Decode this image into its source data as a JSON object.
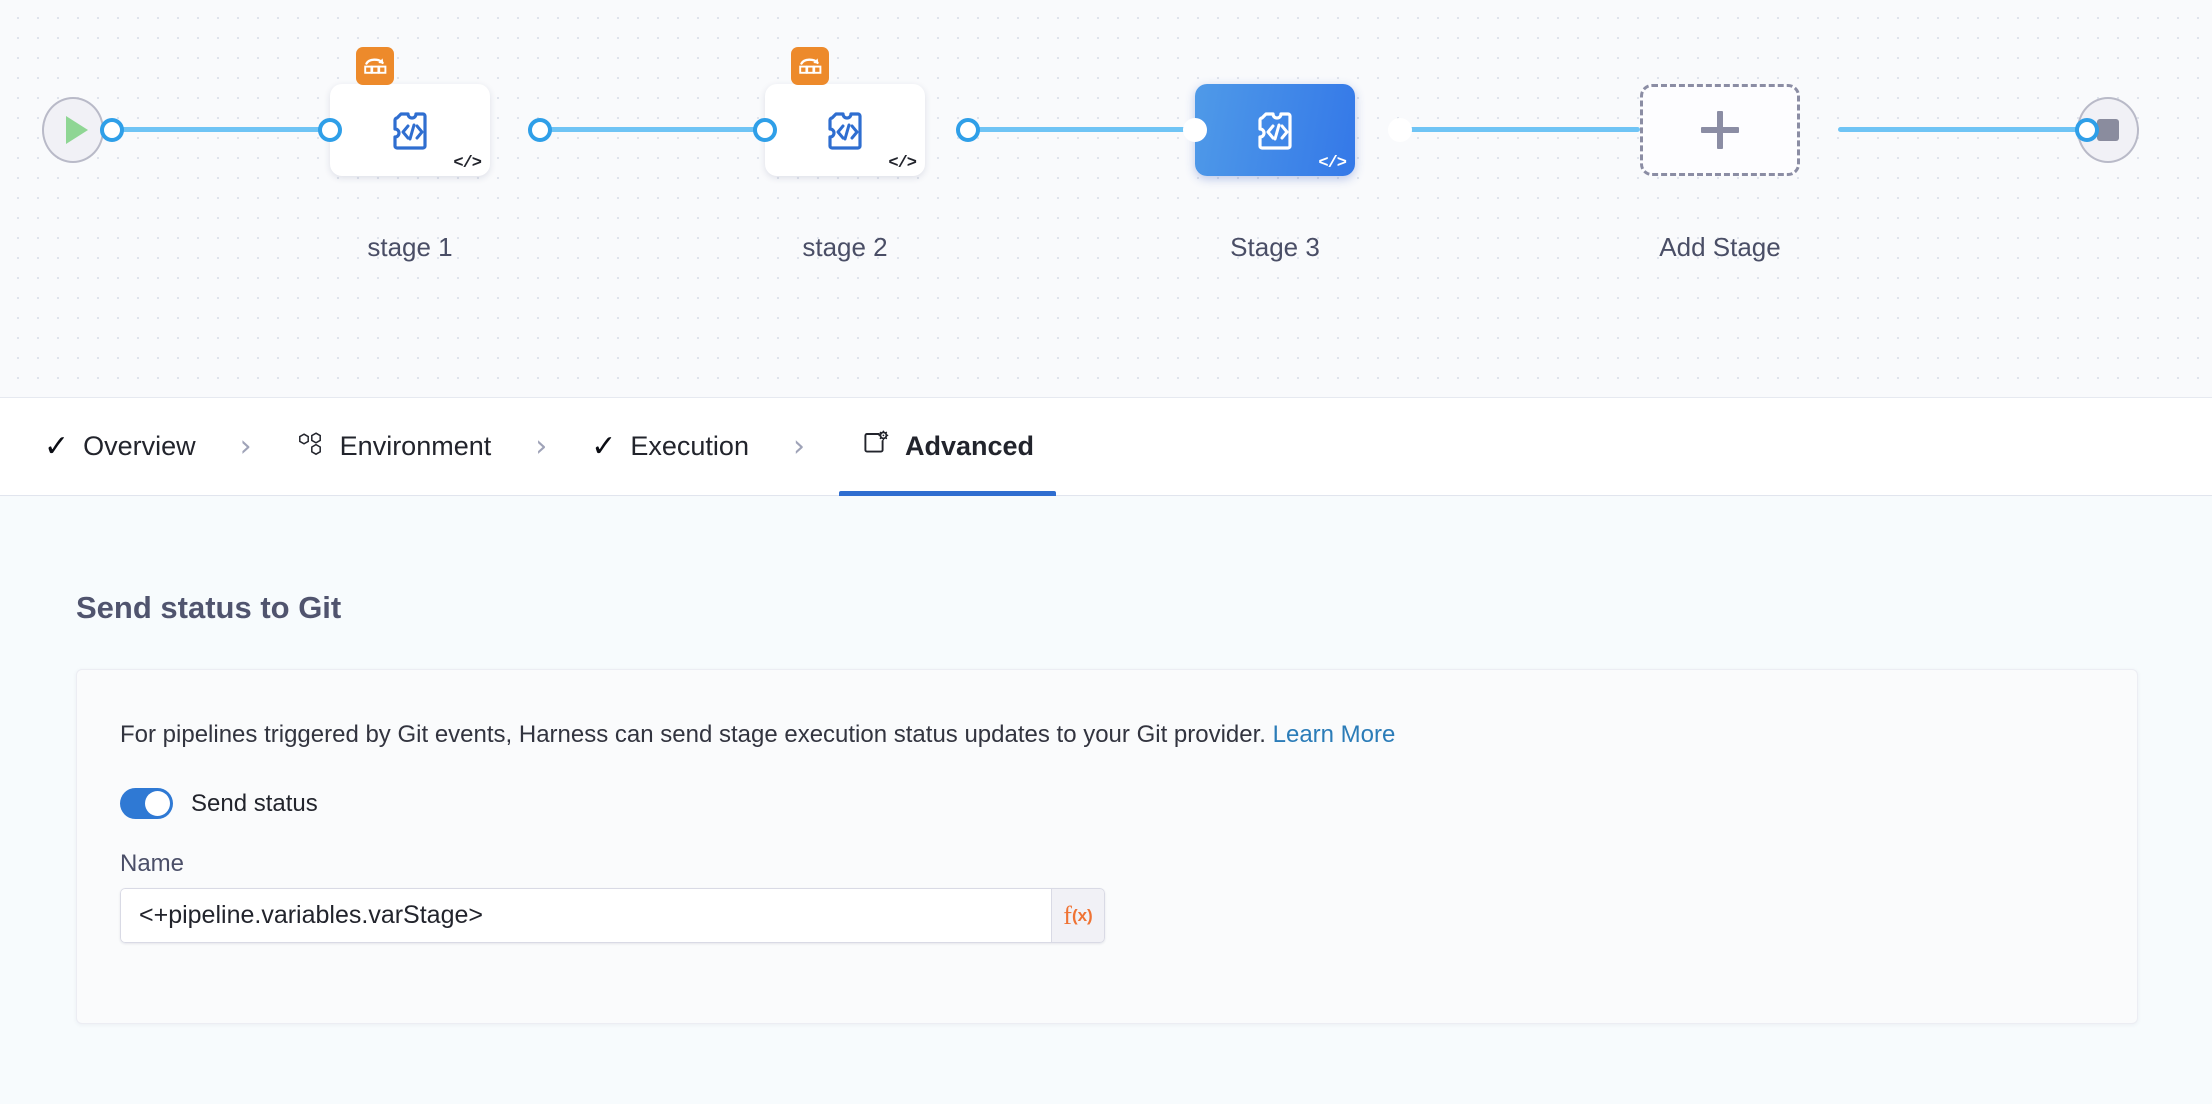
{
  "canvas": {
    "start_node": {
      "icon": "play-icon",
      "name": "pipeline-start"
    },
    "end_node": {
      "icon": "stop-icon",
      "name": "pipeline-end"
    },
    "stages": [
      {
        "label": "stage 1",
        "icon": "ci-build-stage-icon",
        "badge": "matrix-looping-icon",
        "runtime_marker": "</>",
        "selected": false
      },
      {
        "label": "stage 2",
        "icon": "ci-build-stage-icon",
        "badge": "matrix-looping-icon",
        "runtime_marker": "</>",
        "selected": false
      },
      {
        "label": "Stage 3",
        "icon": "ci-build-stage-icon",
        "badge": null,
        "runtime_marker": "</>",
        "selected": true
      }
    ],
    "add_stage": {
      "label": "Add Stage",
      "icon": "plus-icon"
    },
    "accent_selected": "#3478e8",
    "wire_color": "#6fc4f5",
    "badge_color": "#ed8a2b"
  },
  "tabs": {
    "separator": "›",
    "items": [
      {
        "label": "Overview",
        "icon": "check-icon",
        "glyph": "✓",
        "active": false
      },
      {
        "label": "Environment",
        "icon": "hexagons-icon",
        "glyph": "",
        "active": false
      },
      {
        "label": "Execution",
        "icon": "check-icon",
        "glyph": "✓",
        "active": false
      },
      {
        "label": "Advanced",
        "icon": "advanced-gear-icon",
        "glyph": "",
        "active": true
      }
    ],
    "active_underline_color": "#2f6ed0"
  },
  "advanced": {
    "section_title": "Send status to Git",
    "description_text": "For pipelines triggered by Git events, Harness can send stage execution status updates to your Git provider.",
    "learn_more_label": "Learn More",
    "toggle": {
      "label": "Send status",
      "on": true,
      "on_color": "#2f79d4"
    },
    "name_field": {
      "label": "Name",
      "value": "<+pipeline.variables.varStage>",
      "placeholder": "Name",
      "fx_label": "f",
      "fx_sub": "(x)",
      "fx_color": "#ef7334"
    }
  }
}
